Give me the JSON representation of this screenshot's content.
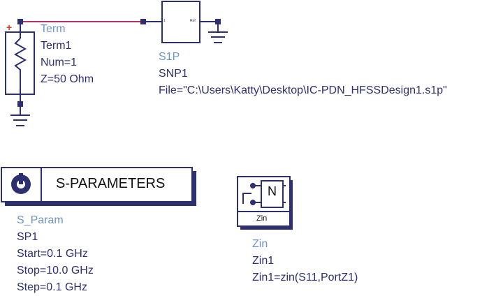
{
  "term": {
    "type": "Term",
    "name": "Term1",
    "num": "Num=1",
    "z": "Z=50 Ohm",
    "plus": "+"
  },
  "snp": {
    "type": "S1P",
    "name": "SNP1",
    "file": "File=\"C:\\Users\\Katty\\Desktop\\IC-PDN_HFSSDesign1.s1p\"",
    "port1": "1",
    "portref": "Ref"
  },
  "sparam": {
    "banner": "S-PARAMETERS",
    "type": "S_Param",
    "name": "SP1",
    "start": "Start=0.1 GHz",
    "stop": "Stop=10.0 GHz",
    "step": "Step=0.1 GHz"
  },
  "zin": {
    "symbol_letter": "N",
    "symbol_label": "Zin",
    "type": "Zin",
    "name": "Zin1",
    "expr": "Zin1=zin(S11,PortZ1)"
  },
  "colors": {
    "wire": "#b0306a",
    "component": "#2d2f6e",
    "type_label": "#6f93c8",
    "plus": "#e03c1c"
  }
}
